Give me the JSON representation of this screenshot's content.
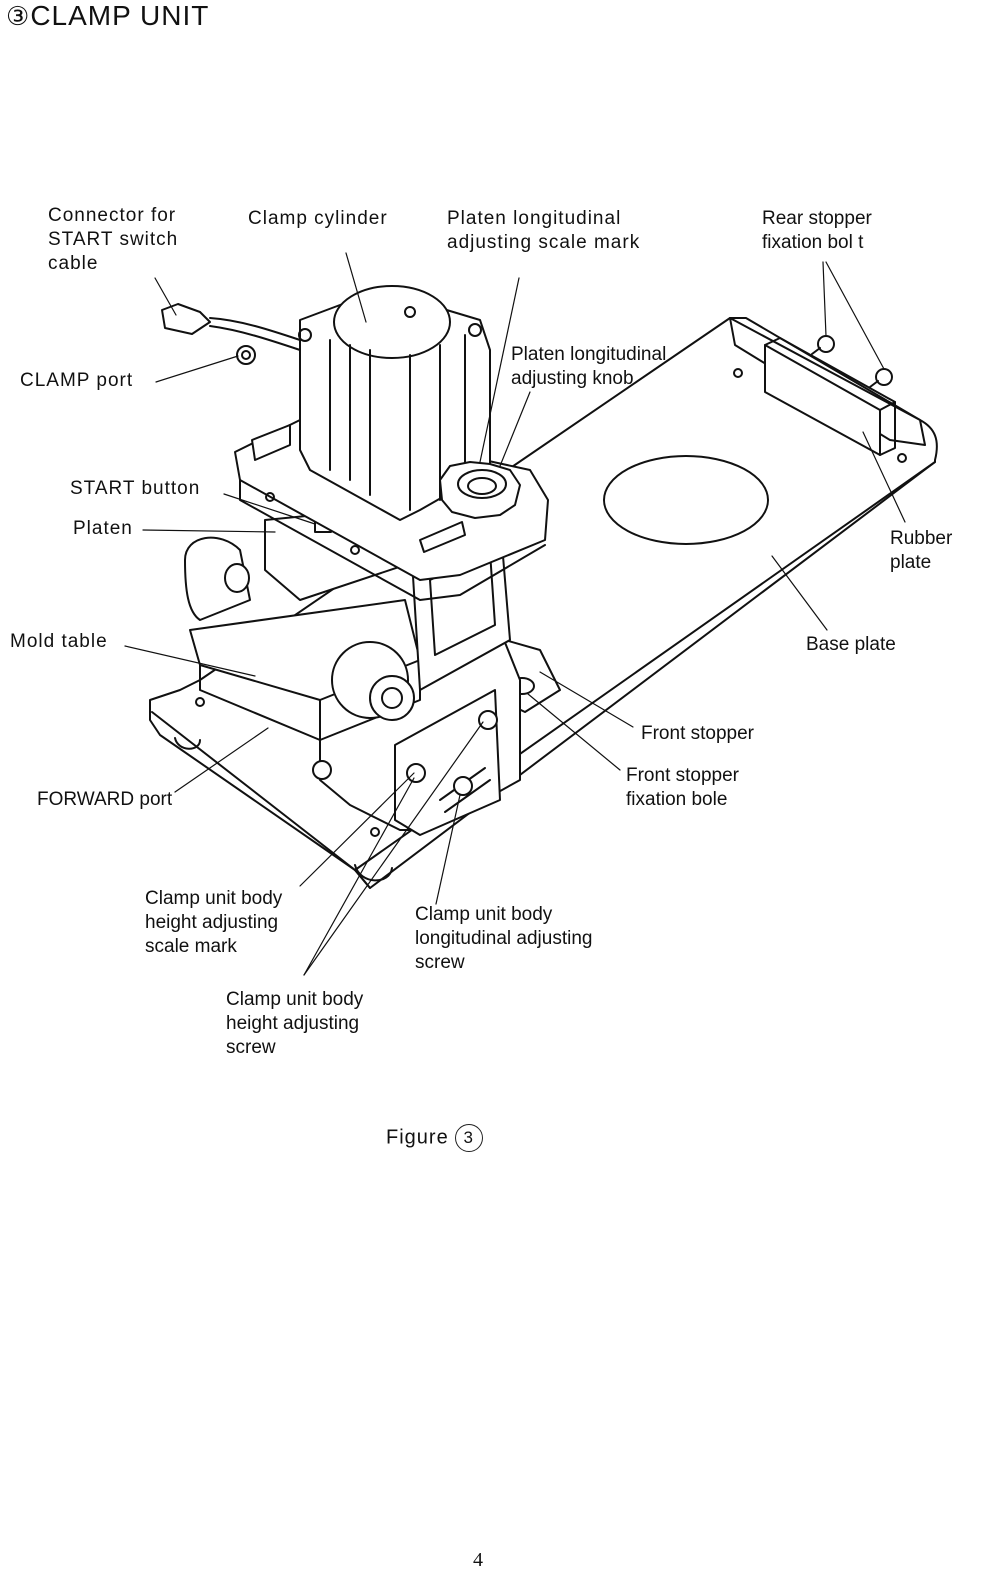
{
  "header": {
    "number": "③",
    "title": "CLAMP UNIT"
  },
  "labels": {
    "connector": "Connector for\nSTART switch\ncable",
    "clamp_cylinder": "Clamp cylinder",
    "scale_mark": "Platen longitudinal\nadjusting scale mark",
    "rear_bolt": "Rear stopper\nfixation bol t",
    "clamp_port": "CLAMP port",
    "adjusting_knob": "Platen longitudinal\nadjusting knob",
    "start_button": "START button",
    "platen": "Platen",
    "rubber_plate": "Rubber\nplate",
    "mold_table": "Mold table",
    "base_plate": "Base plate",
    "front_stopper": "Front stopper",
    "front_bole": "Front stopper\nfixation bole",
    "forward_port": "FORWARD port",
    "height_scale": "Clamp unit body\nheight adjusting\nscale mark",
    "long_screw": "Clamp unit body\nlongitudinal adjusting\nscrew",
    "height_screw": "Clamp unit body\nheight adjusting\nscrew"
  },
  "figure": {
    "word": "Figure",
    "number": "3"
  },
  "page_number": "4"
}
